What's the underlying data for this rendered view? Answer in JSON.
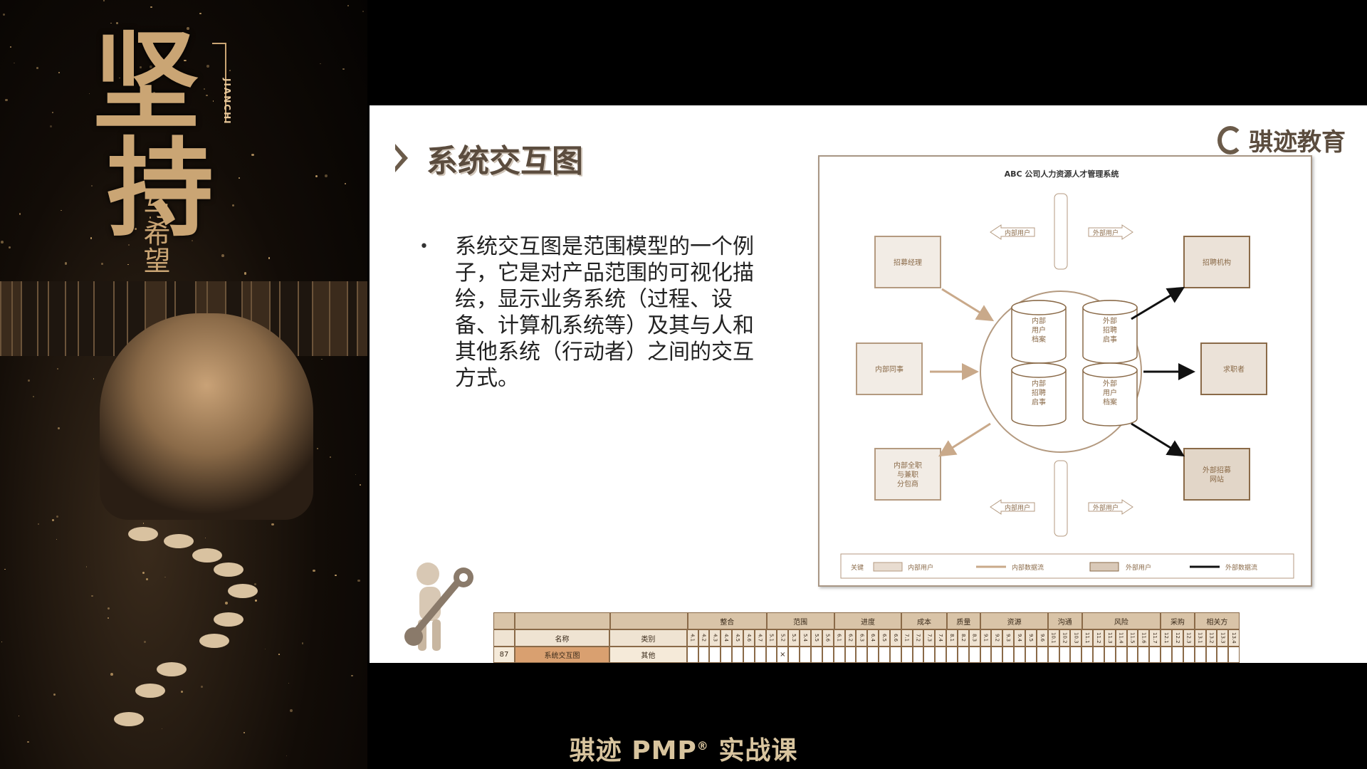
{
  "video": {
    "calligraphy_line1": "坚",
    "calligraphy_line2": "持",
    "subtitle": "与希望",
    "pinyin": "JIANCHI"
  },
  "slide": {
    "title": "系统交互图",
    "brand": "骐迹教育",
    "bullet": "•",
    "bullet_text": "系统交互图是范围模型的一个例子，它是对产品范围的可视化描绘，显示业务系统（过程、设备、计算机系统等）及其与人和其他系统（行动者）之间的交互方式。"
  },
  "figure": {
    "title": "ABC 公司人力资源人才管理系统",
    "boxes_left": [
      "招募经理",
      "内部同事",
      "内部全职与兼职分包商"
    ],
    "boxes_right": [
      "招聘机构",
      "求职者",
      "外部招募网站"
    ],
    "databases": [
      "内部用户档案",
      "外部招聘启事",
      "内部招聘启事",
      "外部用户档案"
    ],
    "arrow_labels": {
      "inner": "内部用户",
      "outer": "外部用户"
    },
    "legend": {
      "key": "关键",
      "items": [
        "内部用户",
        "内部数据流",
        "外部用户",
        "外部数据流"
      ]
    }
  },
  "table": {
    "header_groups": [
      "整合",
      "范围",
      "进度",
      "成本",
      "质量",
      "资源",
      "沟通",
      "风险",
      "采购",
      "相关方"
    ],
    "col_name": "名称",
    "col_type": "类别",
    "sub_cols": [
      "4.1",
      "4.2",
      "4.3",
      "4.4",
      "4.5",
      "4.6",
      "4.7",
      "5.1",
      "5.2",
      "5.3",
      "5.4",
      "5.5",
      "5.6",
      "6.1",
      "6.2",
      "6.3",
      "6.4",
      "6.5",
      "6.6",
      "7.1",
      "7.2",
      "7.3",
      "7.4",
      "8.1",
      "8.2",
      "8.3",
      "9.1",
      "9.2",
      "9.3",
      "9.4",
      "9.5",
      "9.6",
      "10.1",
      "10.2",
      "10.3",
      "11.1",
      "11.2",
      "11.3",
      "11.4",
      "11.5",
      "11.6",
      "11.7",
      "12.1",
      "12.2",
      "12.3",
      "13.1",
      "13.2",
      "13.3",
      "13.4"
    ],
    "row": {
      "num": "87",
      "name": "系统交互图",
      "type": "其他",
      "mark": "×"
    }
  },
  "caption": {
    "text_a": "骐迹 PMP",
    "reg": "®",
    "text_b": " 实战课"
  }
}
